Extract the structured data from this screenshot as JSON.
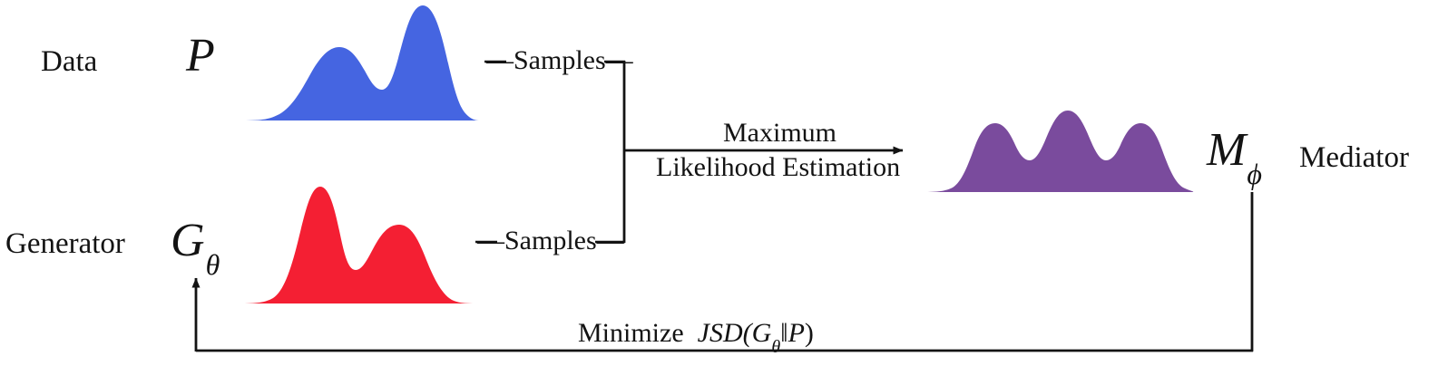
{
  "diagram": {
    "title": "Mediator-based generative adversarial training loop",
    "background_color": "#ffffff",
    "stroke_color": "#131313",
    "nodes": {
      "data": {
        "role_label": "Data",
        "symbol": "P",
        "symbol_subscript": "",
        "distribution_color": "#4565E1",
        "distribution_name": "data-distribution-curve",
        "modes": 2
      },
      "generator": {
        "role_label": "Generator",
        "symbol": "G",
        "symbol_subscript": "θ",
        "distribution_color": "#F41F33",
        "distribution_name": "generator-distribution-curve",
        "modes": 2
      },
      "mediator": {
        "role_label": "Mediator",
        "symbol": "M",
        "symbol_subscript": "ϕ",
        "distribution_color": "#7A4B9D",
        "distribution_name": "mediator-distribution-curve",
        "modes": 3
      }
    },
    "edges": {
      "samples_top": {
        "label": "—Samples—"
      },
      "samples_bottom": {
        "label": "—Samples—"
      },
      "mle": {
        "label_line1": "Maximum",
        "label_line2": "Likelihood Estimation"
      },
      "feedback": {
        "label_prefix": "Minimize",
        "label_math_j": "JSD(",
        "label_math_g": "G",
        "label_math_sub": "θ",
        "label_math_bar": "‖",
        "label_math_p": "P",
        "label_math_close": ")"
      }
    }
  }
}
